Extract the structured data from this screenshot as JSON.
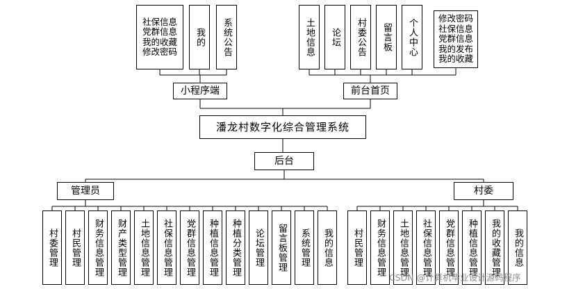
{
  "root": {
    "label": "潘龙村数字化综合管理系统"
  },
  "mini": {
    "label": "小程序端",
    "children": [
      {
        "lines": [
          "社保信息",
          "党群信息",
          "我的收藏",
          "修改密码"
        ]
      },
      {
        "label": "我的"
      },
      {
        "label": "系统公告"
      }
    ]
  },
  "front": {
    "label": "前台首页",
    "children": [
      {
        "label": "土地信息"
      },
      {
        "label": "论坛"
      },
      {
        "label": "村委公告"
      },
      {
        "label": "留言板"
      },
      {
        "label": "个人中心"
      },
      {
        "lines": [
          "修改密码",
          "社保信息",
          "党群信息",
          "我的发布",
          "我的收藏"
        ]
      }
    ]
  },
  "back": {
    "label": "后台"
  },
  "admin": {
    "label": "管理员",
    "children": [
      "村委管理",
      "村民管理",
      "财务信息管理",
      "财产类型管理",
      "土地信息管理",
      "社保信息管理",
      "党群信息管理",
      "种植信息管理",
      "种植分类管理",
      "论坛管理",
      "留言板管理",
      "系统管理",
      "我的信息"
    ]
  },
  "committee": {
    "label": "村委",
    "children": [
      "村民管理",
      "财务信息管理",
      "土地信息管理",
      "社保信息管理",
      "党群信息管理",
      "种植信息管理",
      "我的收藏管理",
      "我的信息"
    ]
  },
  "watermark": "CSDN @计算机毕业设计源码程序"
}
